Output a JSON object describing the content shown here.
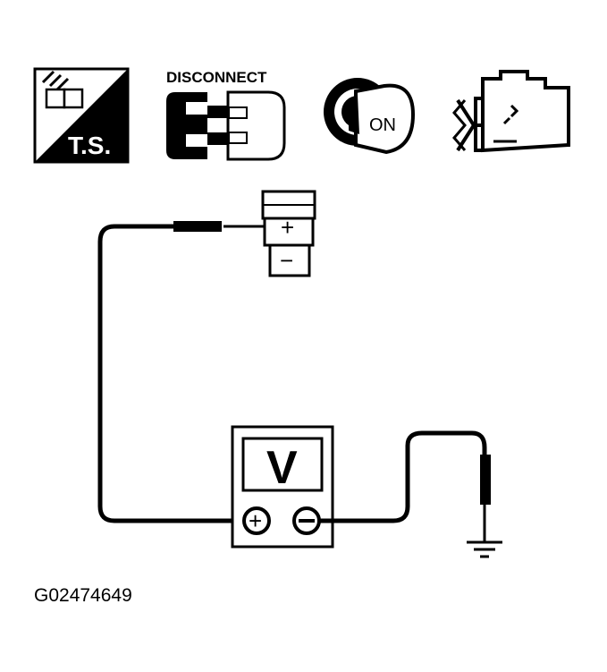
{
  "icons": {
    "ts_label": "T.S.",
    "disconnect_label": "DISCONNECT",
    "ignition_label": "ON"
  },
  "connector": {
    "positive_label": "+",
    "negative_label": "−"
  },
  "meter": {
    "display_label": "V",
    "positive_terminal": "+",
    "negative_terminal": "−"
  },
  "figure_id": "G02474649"
}
